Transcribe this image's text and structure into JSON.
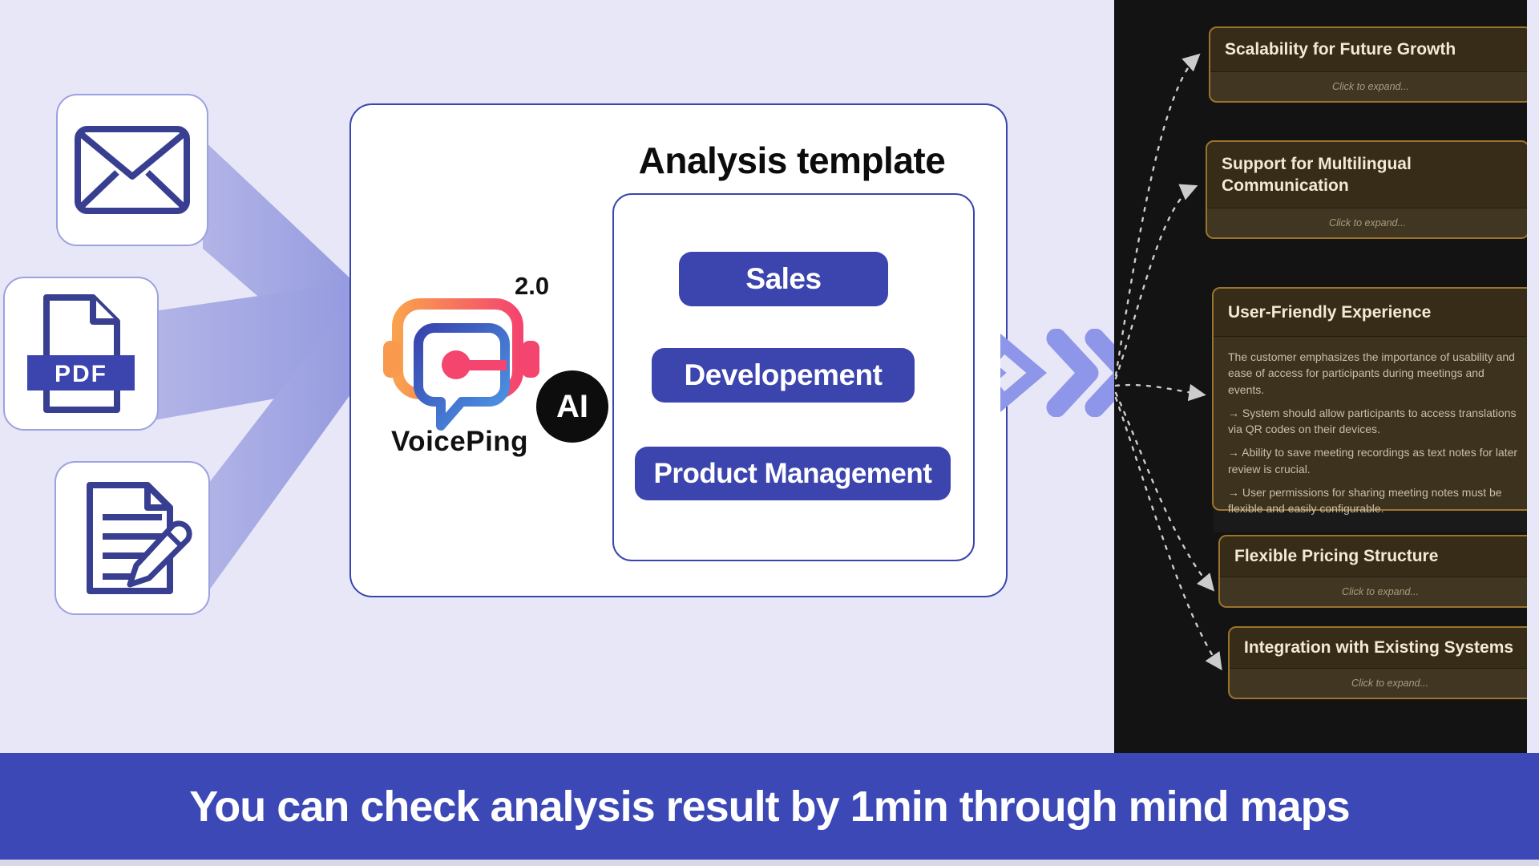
{
  "inputs": {
    "pdf_badge": "PDF"
  },
  "app_card": {
    "version": "2.0",
    "brand": "VoicePing",
    "ai_badge": "AI",
    "template_title": "Analysis template",
    "templates": [
      "Sales",
      "Developement",
      "Product Management"
    ]
  },
  "mindmap": {
    "nodes": [
      {
        "title": "Scalability for Future Growth",
        "hint": "Click to expand..."
      },
      {
        "title": "Support for Multilingual Communication",
        "hint": "Click to expand..."
      },
      {
        "title": "User-Friendly Experience",
        "body": [
          "The customer emphasizes the importance of usability and ease of access for participants during meetings and events.",
          "→ System should allow participants to access translations via QR codes on their devices.",
          "→ Ability to save meeting recordings as text notes for later review is crucial.",
          "→ User permissions for sharing meeting notes must be flexible and easily configurable."
        ]
      },
      {
        "title": "Flexible Pricing Structure",
        "hint": "Click to expand..."
      },
      {
        "title": "Integration with Existing Systems",
        "hint": "Click to expand..."
      }
    ]
  },
  "banner": {
    "text": "You can check analysis result by 1min through mind maps"
  },
  "colors": {
    "background_lavender": "#e8e7f7",
    "accent_indigo": "#3c44ae",
    "card_border_blue": "#3946ad",
    "chevron_periwinkle": "#8d96e8",
    "panel_black": "#131313",
    "node_brown": "#372c17",
    "node_border_gold": "#9a742c",
    "banner_blue": "#3b48b5",
    "logo_orange": "#f9a14e",
    "logo_pink": "#f4456e",
    "logo_blue": "#4e9be8"
  }
}
